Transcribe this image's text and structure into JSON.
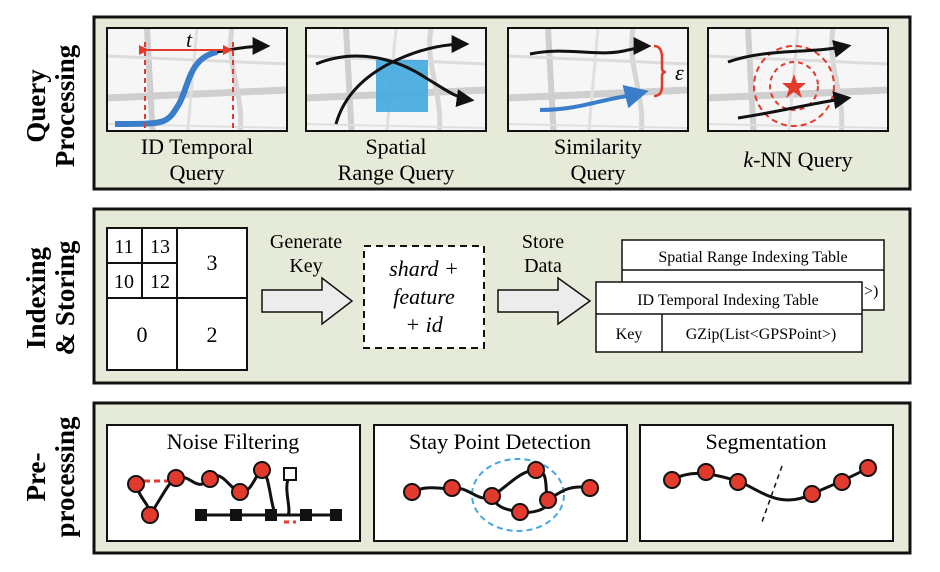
{
  "sections": {
    "query": {
      "title_line1": "Query",
      "title_line2": "Processing",
      "panels": [
        {
          "label_line1": "ID Temporal",
          "label_line2": "Query",
          "annotation": "t"
        },
        {
          "label_line1": "Spatial",
          "label_line2": "Range Query"
        },
        {
          "label_line1": "Similarity",
          "label_line2": "Query",
          "annotation": "ε"
        },
        {
          "label_prefix": "k",
          "label_rest": "-NN Query"
        }
      ]
    },
    "indexing": {
      "title_line1": "Indexing",
      "title_line2": "& Storing",
      "grid_cells": [
        "11",
        "13",
        "10",
        "12",
        "3",
        "0",
        "2"
      ],
      "generate_key_line1": "Generate",
      "generate_key_line2": "Key",
      "key_box_line1": "shard +",
      "key_box_line2": "feature",
      "key_box_line3": "+ id",
      "store_data_line1": "Store",
      "store_data_line2": "Data",
      "spatial_table_title": "Spatial Range Indexing Table",
      "spatial_table_peek": ">)",
      "id_table_title": "ID Temporal Indexing Table",
      "id_table_key": "Key",
      "id_table_value": "GZip(List<GPSPoint>)"
    },
    "preprocessing": {
      "title_line1": "Pre-",
      "title_line2": "processing",
      "panels": [
        {
          "label": "Noise Filtering"
        },
        {
          "label": "Stay Point Detection"
        },
        {
          "label": "Segmentation"
        }
      ]
    }
  },
  "colors": {
    "section_bg": "#e6ead8",
    "accent_red": "#e23b2e",
    "accent_blue": "#3a7ec9",
    "highlight_blue": "#44a9e0",
    "arrow_fill": "#ececec"
  }
}
